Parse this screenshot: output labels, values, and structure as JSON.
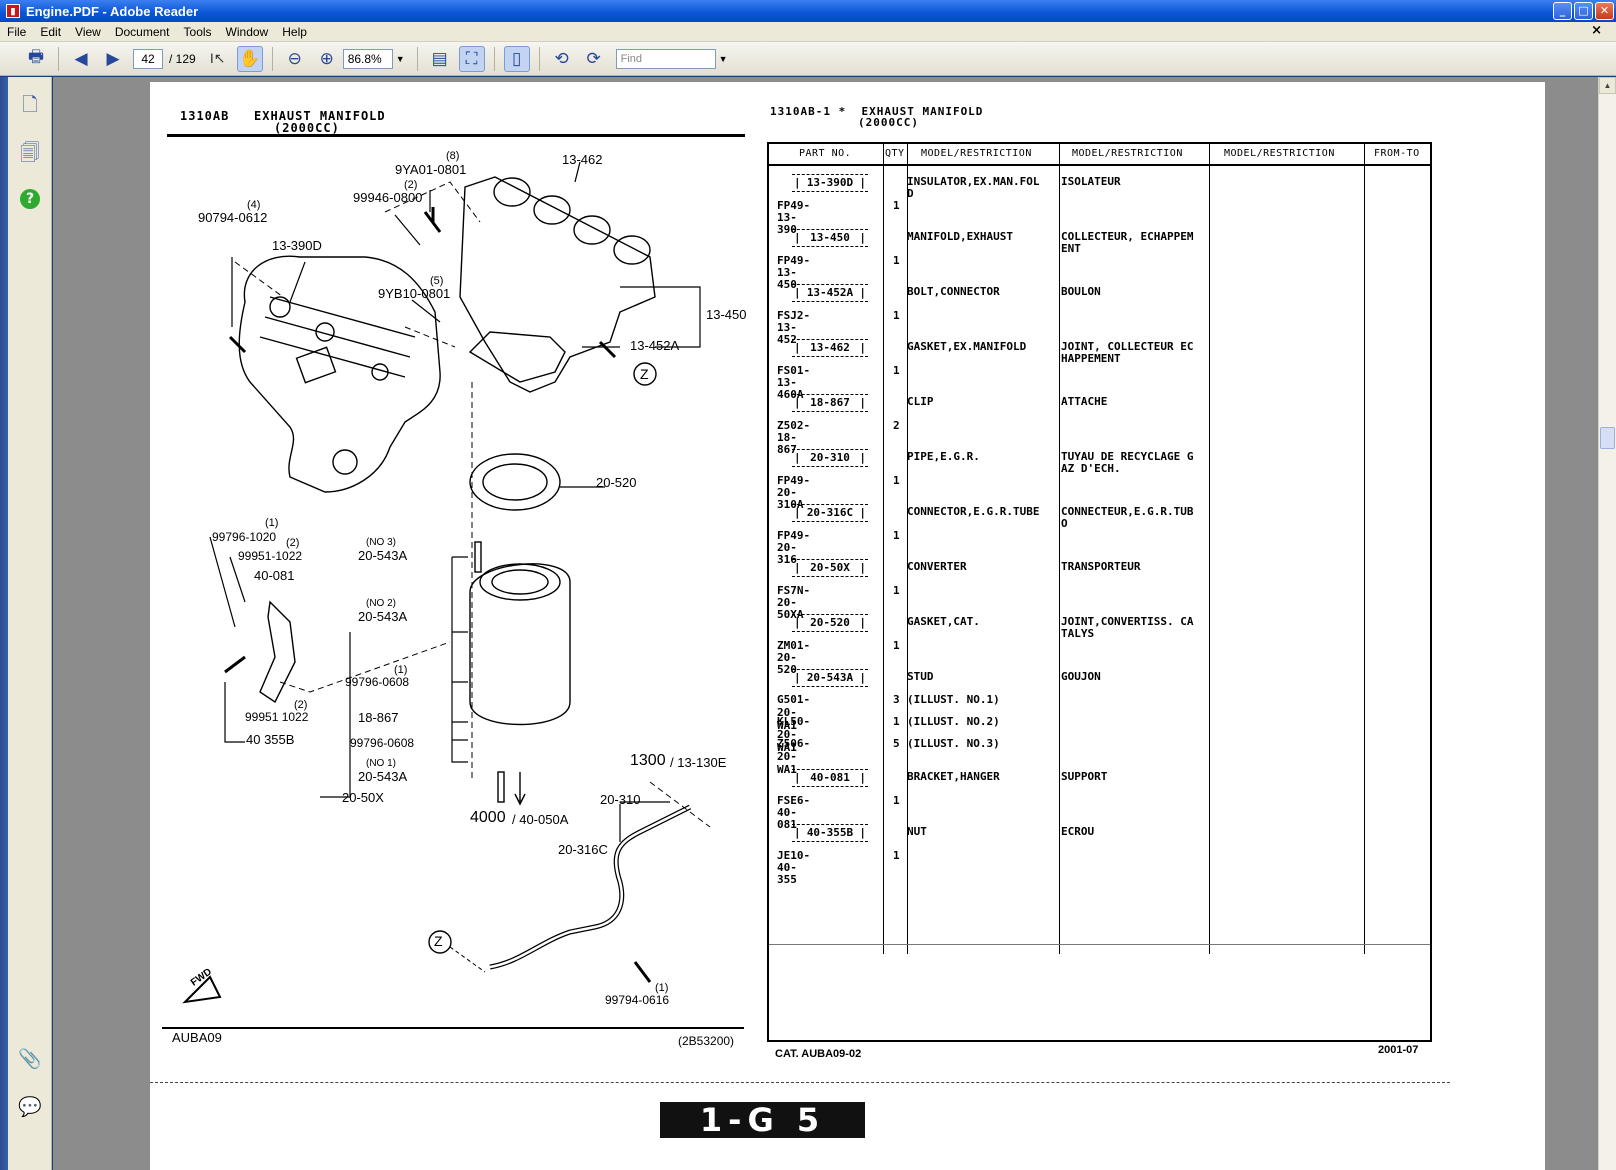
{
  "window": {
    "title": "Engine.PDF - Adobe Reader",
    "min": "_",
    "max": "□",
    "close": "✕"
  },
  "menu": [
    "File",
    "Edit",
    "View",
    "Document",
    "Tools",
    "Window",
    "Help"
  ],
  "doc_close": "×",
  "toolbar": {
    "page": "42",
    "total": "/ 129",
    "zoom": "86.8%",
    "find_placeholder": "Find"
  },
  "left": {
    "title": "1310AB   EXHAUST MANIFOLD",
    "subtitle": "(2000CC)",
    "labels": {
      "p8": "(8)",
      "a1": "9YA01-0801",
      "p2a": "(2)",
      "a2": "99946-0800",
      "p4": "(4)",
      "a3": "90794-0612",
      "a4": "13-390D",
      "a5": "13-462",
      "p5": "(5)",
      "a6": "9YB10-0801",
      "a7": "13-450",
      "a8": "13-452A",
      "z1": "Z",
      "a9": "20-520",
      "p1a": "(1)",
      "b1": "99796-1020",
      "p2b": "(2)",
      "b2": "99951-1022",
      "b3": "40-081",
      "no3": "(NO 3)",
      "b4": "20-543A",
      "no2": "(NO 2)",
      "b5": "20-543A",
      "p1b": "(1)",
      "b6": "99796-0608",
      "p2c": "(2)",
      "b7": "99951 1022",
      "b8": "18-867",
      "b9": "40 355B",
      "b10": "99796-0608",
      "no1": "(NO 1)",
      "b11": "20-543A",
      "b12": "20-50X",
      "c1a": "1300",
      "c1b": "/ 13-130E",
      "c2a": "4000",
      "c2b": "/ 40-050A",
      "c3": "20-310",
      "c4": "20-316C",
      "z2": "Z",
      "p1c": "(1)",
      "c5": "99794-0616",
      "fwd": "FWD",
      "code_left": "AUBA09",
      "code_right": "(2B53200)"
    }
  },
  "right": {
    "title": "1310AB-1 *  EXHAUST MANIFOLD",
    "subtitle": "(2000CC)",
    "headers": [
      "PART NO.",
      "QTY",
      "MODEL/RESTRICTION",
      "MODEL/RESTRICTION",
      "MODEL/RESTRICTION",
      "FROM-TO"
    ],
    "rows": [
      {
        "box": "13-390D",
        "pno": "FP49-13-390",
        "qty": "1",
        "d1": "INSULATOR,EX.MAN.FOL\nD",
        "d2": "ISOLATEUR"
      },
      {
        "box": "13-450",
        "pno": "FP49-13-450",
        "qty": "1",
        "d1": "MANIFOLD,EXHAUST",
        "d2": "COLLECTEUR, ECHAPPEM\nENT"
      },
      {
        "box": "13-452A",
        "pno": "FSJ2-13-452",
        "qty": "1",
        "d1": "BOLT,CONNECTOR",
        "d2": "BOULON"
      },
      {
        "box": "13-462",
        "pno": "FS01-13-460A",
        "qty": "1",
        "d1": "GASKET,EX.MANIFOLD",
        "d2": "JOINT, COLLECTEUR EC\nHAPPEMENT"
      },
      {
        "box": "18-867",
        "pno": "Z502-18-867",
        "qty": "2",
        "d1": "CLIP",
        "d2": "ATTACHE"
      },
      {
        "box": "20-310",
        "pno": "FP49-20-310A",
        "qty": "1",
        "d1": "PIPE,E.G.R.",
        "d2": "TUYAU DE RECYCLAGE G\nAZ D'ECH."
      },
      {
        "box": "20-316C",
        "pno": "FP49-20-316",
        "qty": "1",
        "d1": "CONNECTOR,E.G.R.TUBE",
        "d2": "CONNECTEUR,E.G.R.TUB\nO"
      },
      {
        "box": "20-50X",
        "pno": "FS7N-20-50XA",
        "qty": "1",
        "d1": "CONVERTER",
        "d2": "TRANSPORTEUR"
      },
      {
        "box": "20-520",
        "pno": "ZM01-20-520",
        "qty": "1",
        "d1": "GASKET,CAT.",
        "d2": "JOINT,CONVERTISS. CA\nTALYS"
      },
      {
        "box": "20-543A",
        "pno": "",
        "qty": "",
        "d1": "STUD",
        "d2": "GOUJON"
      },
      {
        "box": "40-081",
        "pno": "FSE6-40-081",
        "qty": "1",
        "d1": "BRACKET,HANGER",
        "d2": "SUPPORT"
      },
      {
        "box": "40-355B",
        "pno": "JE10-40-355",
        "qty": "1",
        "d1": "NUT",
        "d2": "ECROU"
      }
    ],
    "stud_rows": [
      {
        "pno": "G501-20-WA1",
        "qty": "3",
        "d1": "(ILLUST. NO.1)"
      },
      {
        "pno": "KL50-20-WA1",
        "qty": "1",
        "d1": "(ILLUST. NO.2)"
      },
      {
        "pno": "Z506-20-WA1",
        "qty": "5",
        "d1": "(ILLUST. NO.3)"
      }
    ],
    "cat": "CAT. AUBA09-02",
    "date": "2001-07"
  },
  "page_code": "1-G 5"
}
